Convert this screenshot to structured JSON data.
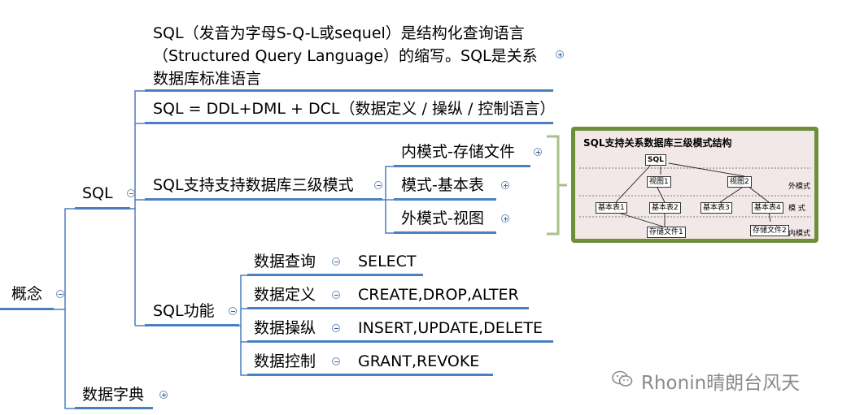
{
  "root": {
    "label": "概念"
  },
  "sql": {
    "label": "SQL"
  },
  "dictionary": {
    "label": "数据字典"
  },
  "definition": {
    "line1": "SQL（发音为字母S-Q-L或sequel）是结构化查询语言",
    "line2": "（Structured Query Language）的缩写。SQL是关系",
    "line3": "数据库标准语言"
  },
  "formula": {
    "label": "SQL = DDL+DML + DCL（数据定义 / 操纵 / 控制语言）"
  },
  "three_level": {
    "label": "SQL支持支持数据库三级模式",
    "children": [
      "内模式-存储文件",
      "模式-基本表",
      "外模式-视图"
    ]
  },
  "functions": {
    "label": "SQL功能",
    "items": [
      {
        "name": "数据查询",
        "value": "SELECT"
      },
      {
        "name": "数据定义",
        "value": "CREATE,DROP,ALTER"
      },
      {
        "name": "数据操纵",
        "value": "INSERT,UPDATE,DELETE"
      },
      {
        "name": "数据控制",
        "value": "GRANT,REVOKE"
      }
    ]
  },
  "embedded_image": {
    "title": "SQL支持关系数据库三级模式结构",
    "sql_box": "SQL",
    "view1": "视图1",
    "view2": "视图2",
    "tables": [
      "基本表1",
      "基本表2",
      "基本表3",
      "基本表4"
    ],
    "files": [
      "存储文件1",
      "存储文件2"
    ],
    "levels": [
      "外模式",
      "模 式",
      "内模式"
    ]
  },
  "watermark": {
    "text": "Rhonin晴朗台风天"
  },
  "colors": {
    "branch": "#4a7fc1",
    "frame": "#6e8f3a",
    "bracket": "#a9c08a"
  }
}
